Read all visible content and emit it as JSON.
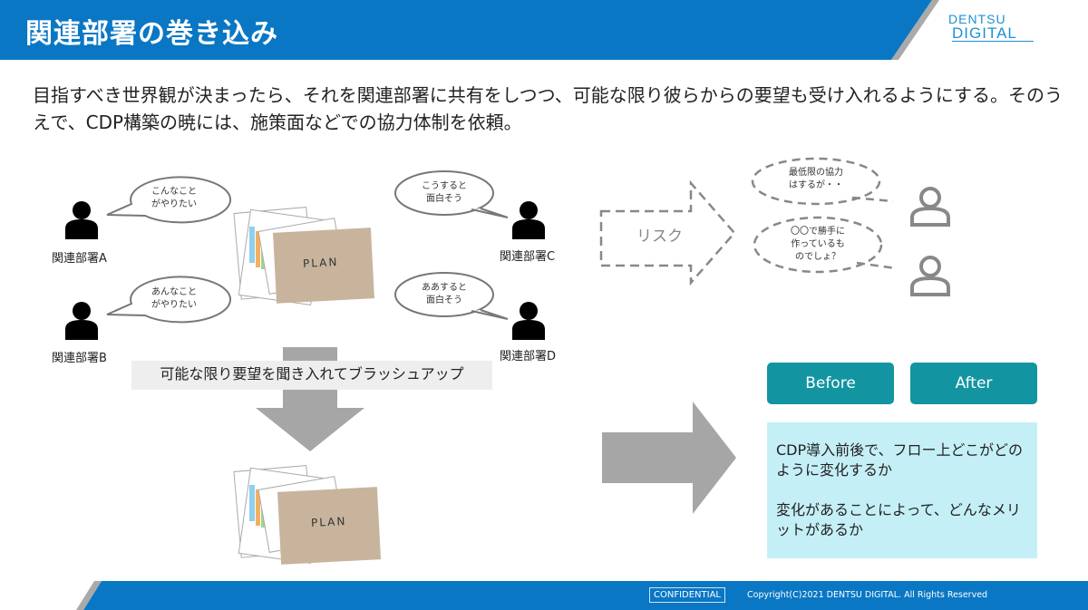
{
  "header": {
    "title": "関連部署の巻き込み",
    "logo_line1": "DENTSU",
    "logo_line2": "DIGITAL"
  },
  "lead_text": "目指すべき世界観が決まったら、それを関連部署に共有をしつつ、可能な限り彼らからの要望も受け入れるようにする。そのうえで、CDP構築の暁には、施策面などでの協力体制を依頼。",
  "departments": [
    {
      "name": "関連部署A",
      "bubble": [
        "こんなこと",
        "がやりたい"
      ]
    },
    {
      "name": "関連部署B",
      "bubble": [
        "あんなこと",
        "がやりたい"
      ]
    },
    {
      "name": "関連部署C",
      "bubble": [
        "こうすると",
        "面白そう"
      ]
    },
    {
      "name": "関連部署D",
      "bubble": [
        "ああすると",
        "面白そう"
      ]
    }
  ],
  "plan_label": "PLAN",
  "banner": "可能な限り要望を聞き入れてブラッシュアップ",
  "risk": {
    "label": "リスク",
    "bubbles": [
      [
        "最低限の協力",
        "はするが・・"
      ],
      [
        "〇〇で勝手に",
        "作っているも",
        "のでしょ？"
      ]
    ]
  },
  "buttons": {
    "before": "Before",
    "after": "After"
  },
  "info": [
    "CDP導入前後で、フロー上どこがどのように変化するか",
    "変化があることによって、どんなメリットがあるか"
  ],
  "footer": {
    "confidential": "CONFIDENTIAL",
    "copyright": "Copyright(C)2021 DENTSU DIGITAL. All Rights Reserved"
  },
  "colors": {
    "brand": "#0077c8",
    "teal": "#1295a1",
    "info_bg": "#c5eff7"
  }
}
